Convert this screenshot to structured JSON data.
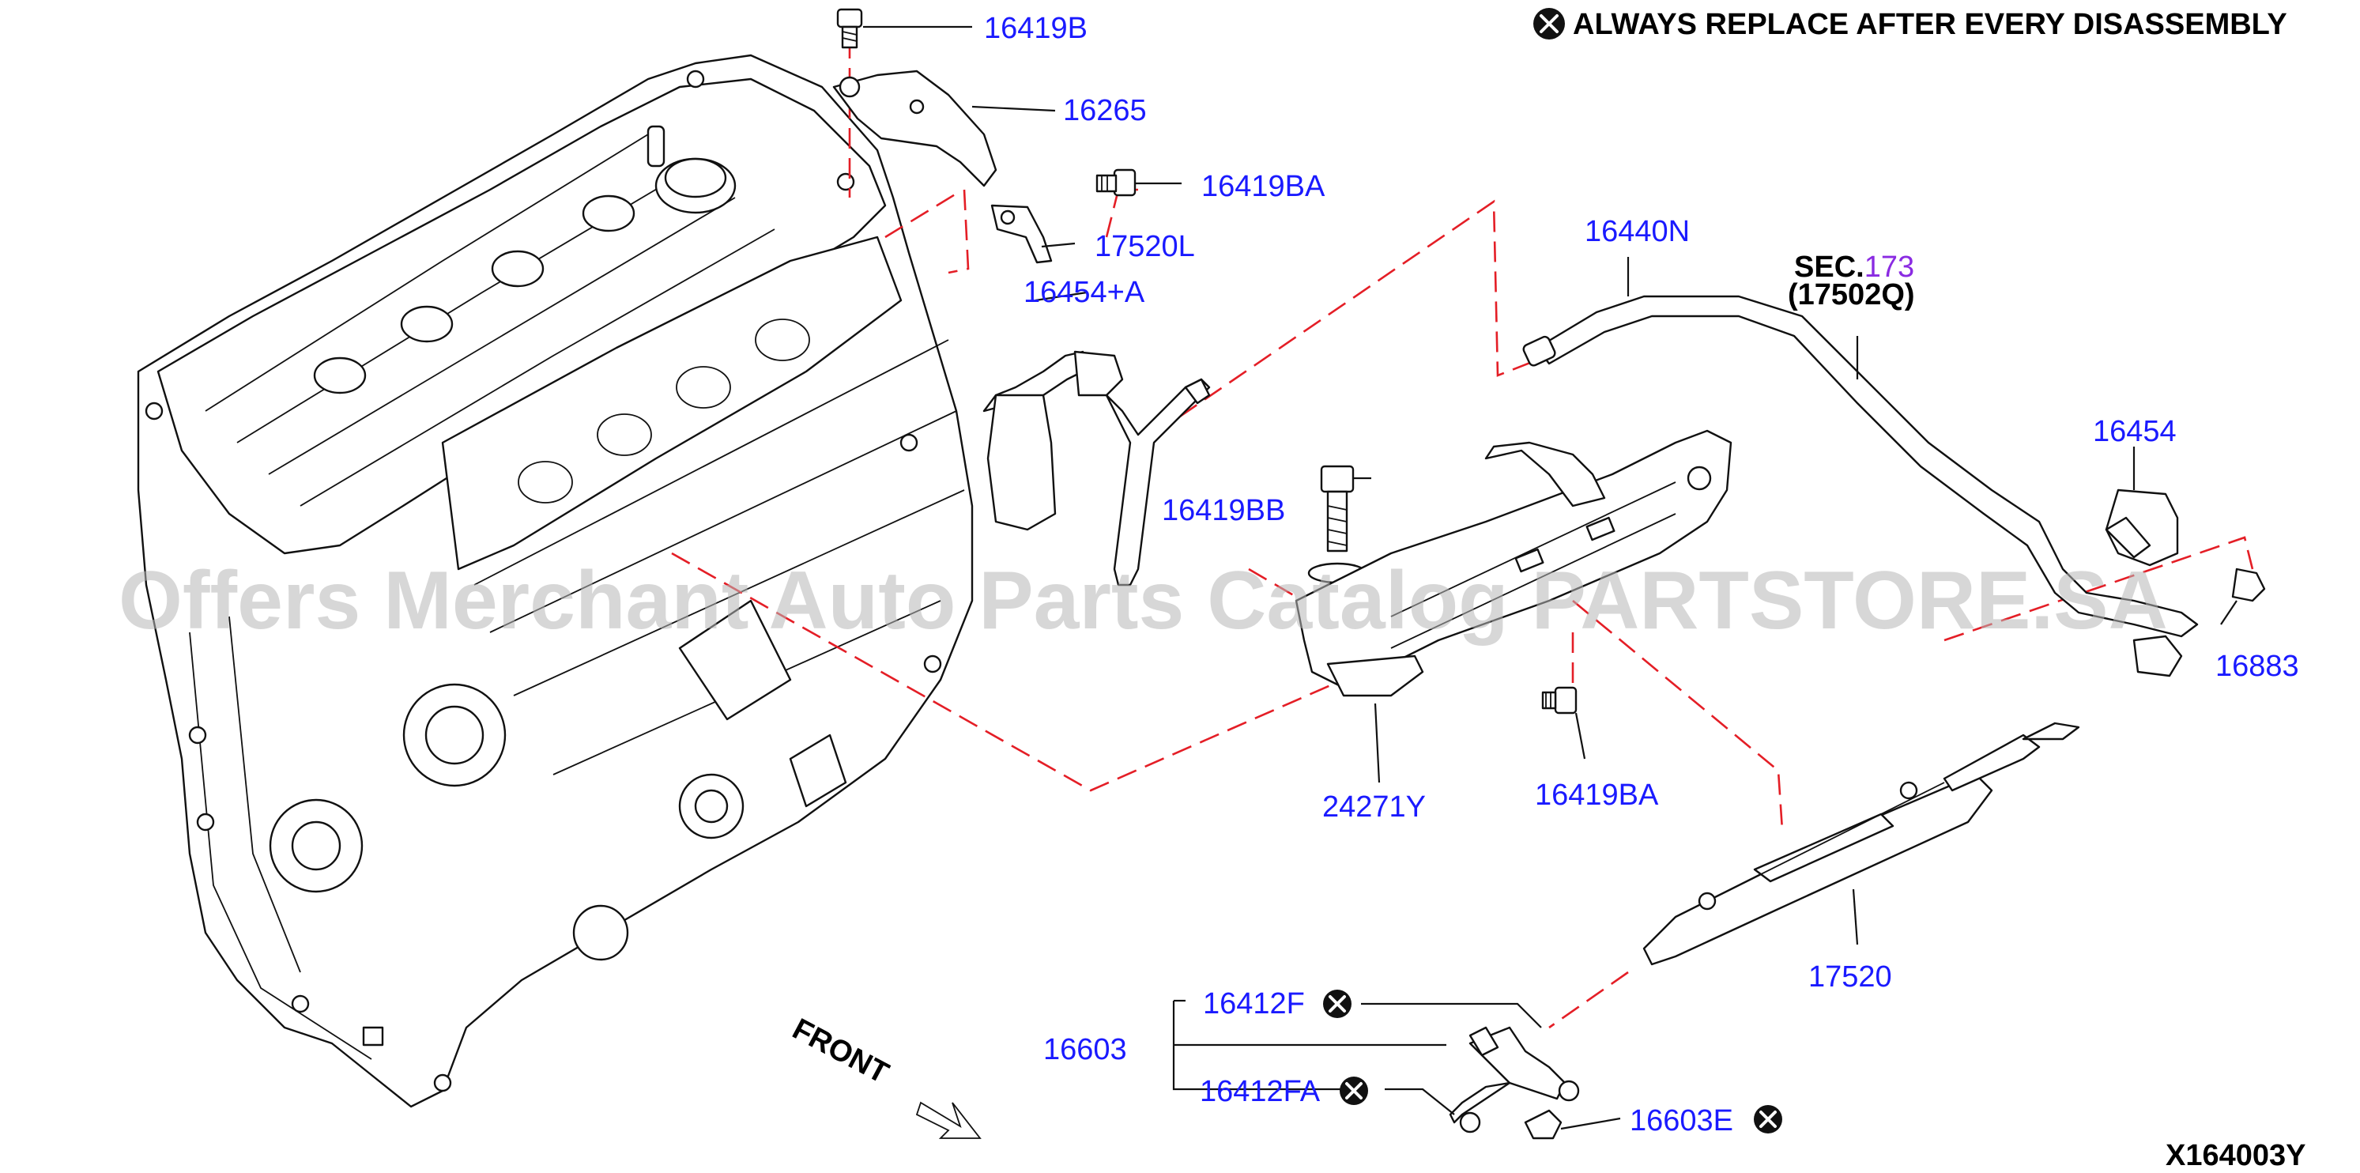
{
  "header": {
    "note_text": "ALWAYS REPLACE AFTER EVERY DISASSEMBLY",
    "note_icon": "x-circle-icon"
  },
  "watermark": "Offers Merchant Auto Parts Catalog PARTSTORE.SA",
  "figure_code": "X164003Y",
  "front_label": "FRONT",
  "section_ref": {
    "prefix": "SEC.",
    "number": "173",
    "part": "(17502Q)"
  },
  "colors": {
    "part_number": "#1a1aff",
    "section_number": "#8a2be2",
    "dashed_line": "#e41e26",
    "line_art": "#111111"
  },
  "parts": {
    "p16419b": "16419B",
    "p16265": "16265",
    "p16419ba_top": "16419BA",
    "p17520l": "17520L",
    "p16454a": "16454+A",
    "p16440n": "16440N",
    "p16454": "16454",
    "p16883": "16883",
    "p16419bb": "16419BB",
    "p24271y": "24271Y",
    "p16419ba_bottom": "16419BA",
    "p17520": "17520",
    "p16412f": "16412F",
    "p16603": "16603",
    "p16412fa": "16412FA",
    "p16603e": "16603E"
  }
}
